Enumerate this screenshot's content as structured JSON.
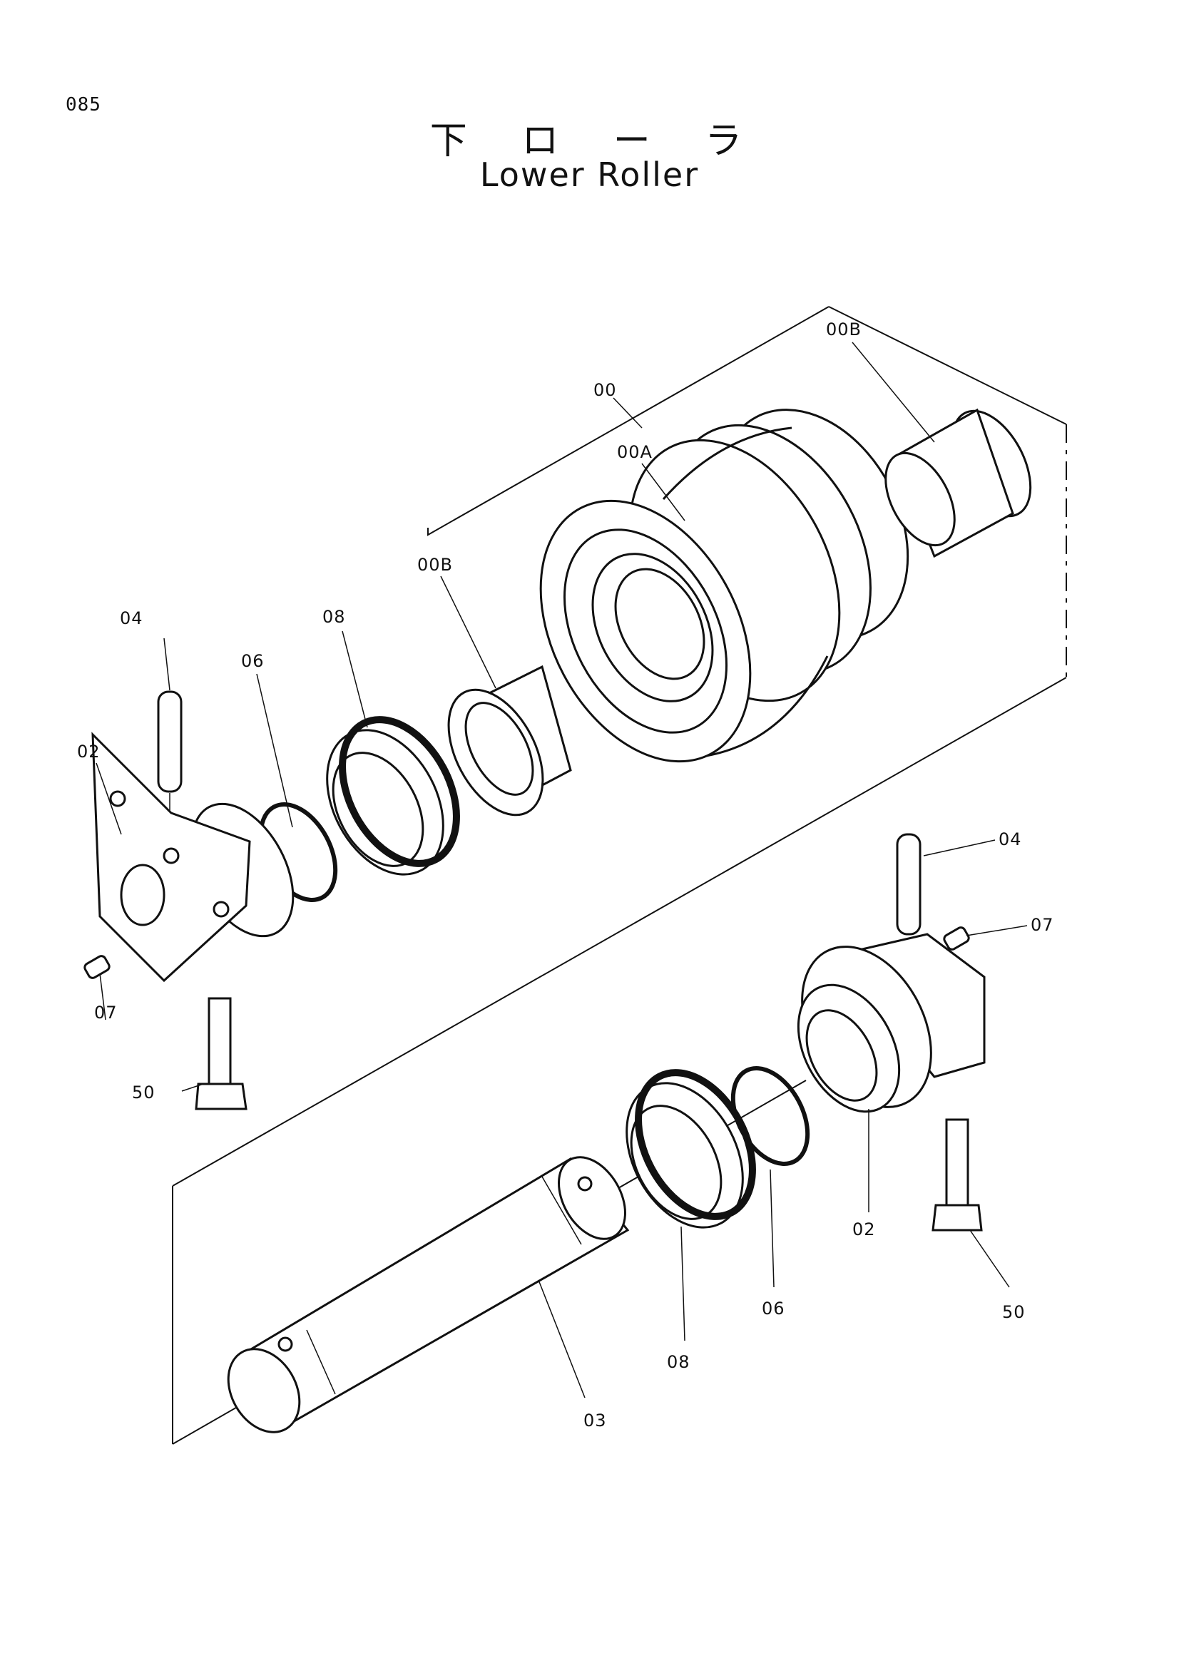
{
  "page_number": "085",
  "title_jp": "下 ロ ー ラ",
  "title_en": "Lower Roller",
  "labels": {
    "assembly": "00",
    "roller": "00A",
    "bushing_top": "00B",
    "bushing_left": "00B",
    "pin_left": "04",
    "oring_left": "06",
    "seal_left": "08",
    "collar_left": "02",
    "plug_left": "07",
    "bolt_left": "50",
    "pin_right": "04",
    "plug_right": "07",
    "collar_right": "02",
    "bolt_right": "50",
    "oring_right": "06",
    "seal_right": "08",
    "shaft": "03"
  }
}
